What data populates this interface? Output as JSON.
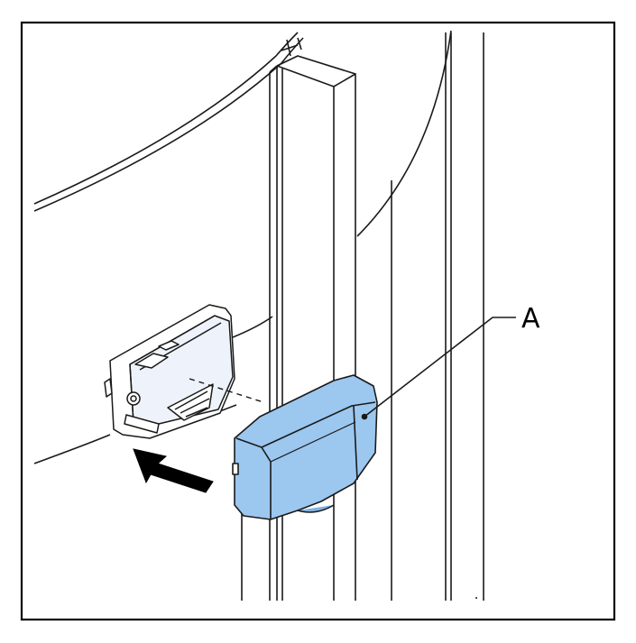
{
  "diagram": {
    "callouts": [
      {
        "label": "A",
        "target": "blue-cover"
      }
    ],
    "colors": {
      "frame": "#000000",
      "line": "#1a1a1a",
      "highlight_fill": "#9cc7ef",
      "highlight_dark": "#7fb1e2",
      "part_fill": "#eef3fb",
      "arrow": "#000000"
    },
    "motion": {
      "arrow_direction": "up-left",
      "hidden_line_style": "dashed"
    }
  }
}
